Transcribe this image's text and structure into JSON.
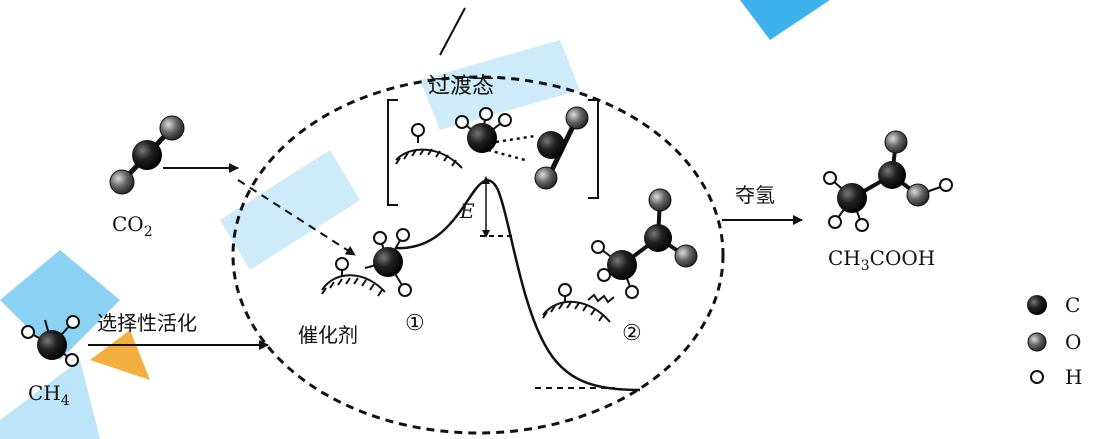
{
  "labels": {
    "co2": "CO",
    "co2_sub": "2",
    "ch4": "CH",
    "ch4_sub": "4",
    "product_pre": "CH",
    "product_sub": "3",
    "product_post": "COOH",
    "selective_activation": "选择性活化",
    "dehydrogenation": "夺氢",
    "transition_state": "过渡态",
    "energy": "E",
    "catalyst": "催化剂",
    "step1": "①",
    "step2": "②"
  },
  "legend": [
    {
      "symbol": "C",
      "style": "black"
    },
    {
      "symbol": "O",
      "style": "gray"
    },
    {
      "symbol": "H",
      "style": "white"
    }
  ],
  "colors": {
    "carbon": "#111111",
    "oxygen": "#555555",
    "hydrogen": "#ffffff",
    "accent_blue": "#1aa3e8",
    "accent_orange": "#f2a01e"
  }
}
